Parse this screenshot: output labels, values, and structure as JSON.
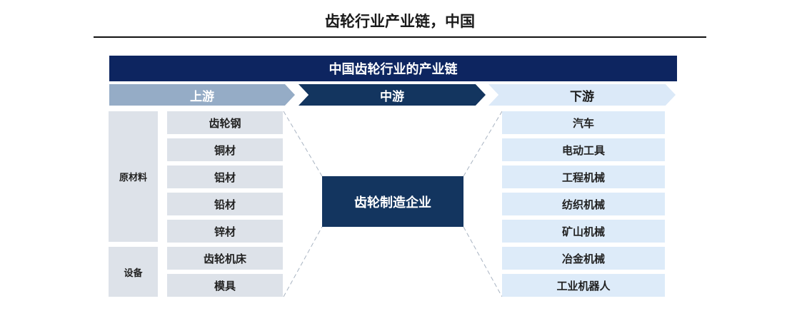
{
  "title": "齿轮行业产业链，中国",
  "banner": "中国齿轮行业的产业链",
  "stages": {
    "upstream": "上游",
    "midstream": "中游",
    "downstream": "下游"
  },
  "upstream": {
    "raw_materials": {
      "label": "原材料",
      "items": [
        "齿轮钢",
        "铜材",
        "铝材",
        "铅材",
        "锌材"
      ]
    },
    "equipment": {
      "label": "设备",
      "items": [
        "齿轮机床",
        "模具"
      ]
    }
  },
  "midstream": {
    "label": "齿轮制造企业"
  },
  "downstream": {
    "items": [
      "汽车",
      "电动工具",
      "工程机械",
      "纺织机械",
      "矿山机械",
      "冶金机械",
      "工业机器人"
    ]
  },
  "colors": {
    "banner": "#0d2560",
    "midstream": "#13355f",
    "upstream_stage": "#95acc6",
    "upstream_item": "#dde2e9",
    "downstream_stage": "#dbe9f8",
    "downstream_item": "#ddebf9"
  }
}
